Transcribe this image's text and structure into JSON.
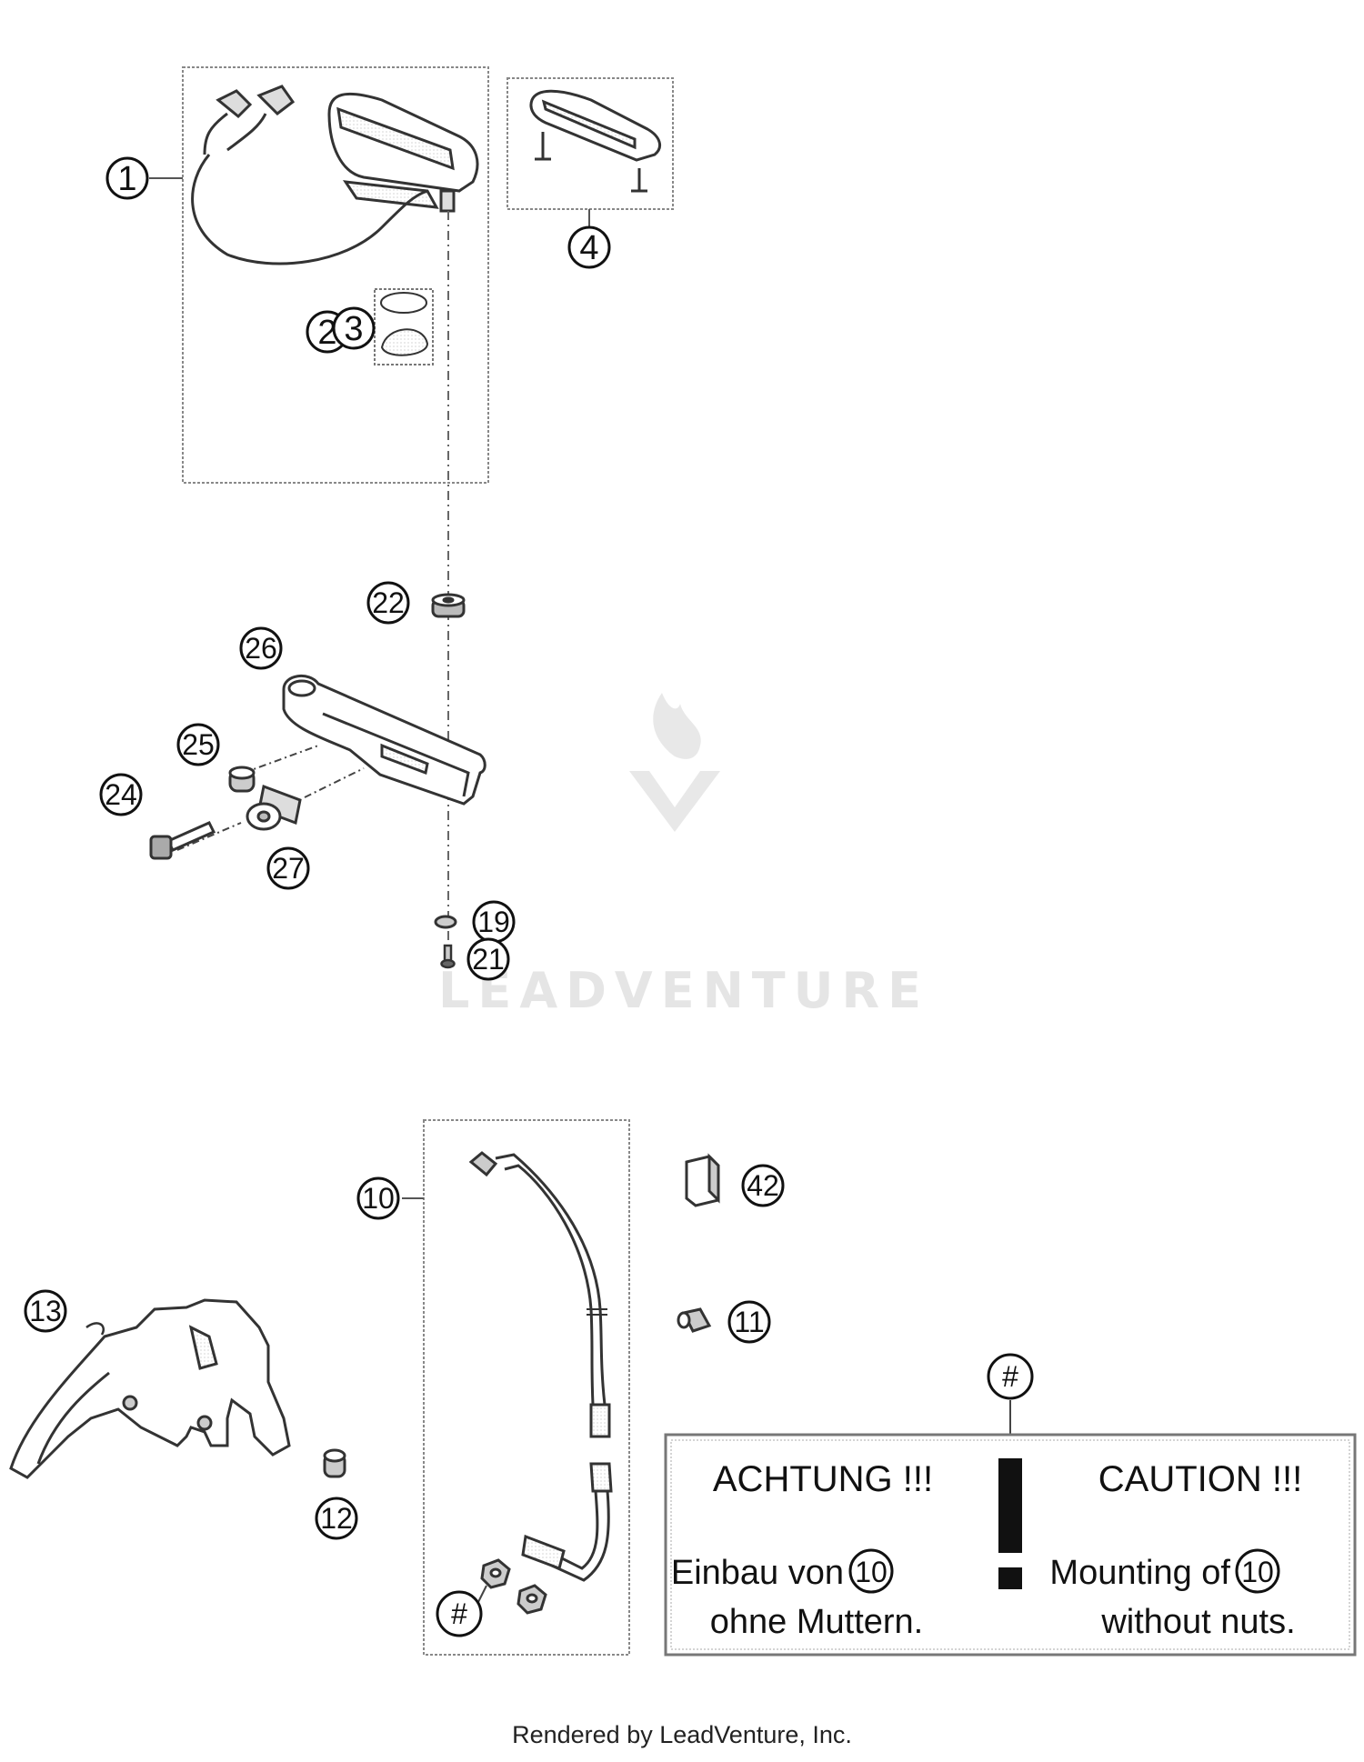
{
  "callouts": {
    "c1": "1",
    "c2": "2",
    "c3": "3",
    "c4": "4",
    "c10": "10",
    "c11": "11",
    "c12": "12",
    "c13": "13",
    "c19": "19",
    "c21": "21",
    "c22": "22",
    "c24": "24",
    "c25": "25",
    "c26": "26",
    "c27": "27",
    "c42": "42",
    "hash_top": "#",
    "hash_bottom": "#"
  },
  "caution": {
    "german_heading": "ACHTUNG !!!",
    "german_line1": "Einbau von",
    "german_line2": "ohne Muttern.",
    "english_heading": "CAUTION !!!",
    "english_line1": "Mounting of",
    "english_line2": "without nuts.",
    "ref_number": "10"
  },
  "watermark": "LEADVENTURE",
  "footer": "Rendered by LeadVenture, Inc."
}
